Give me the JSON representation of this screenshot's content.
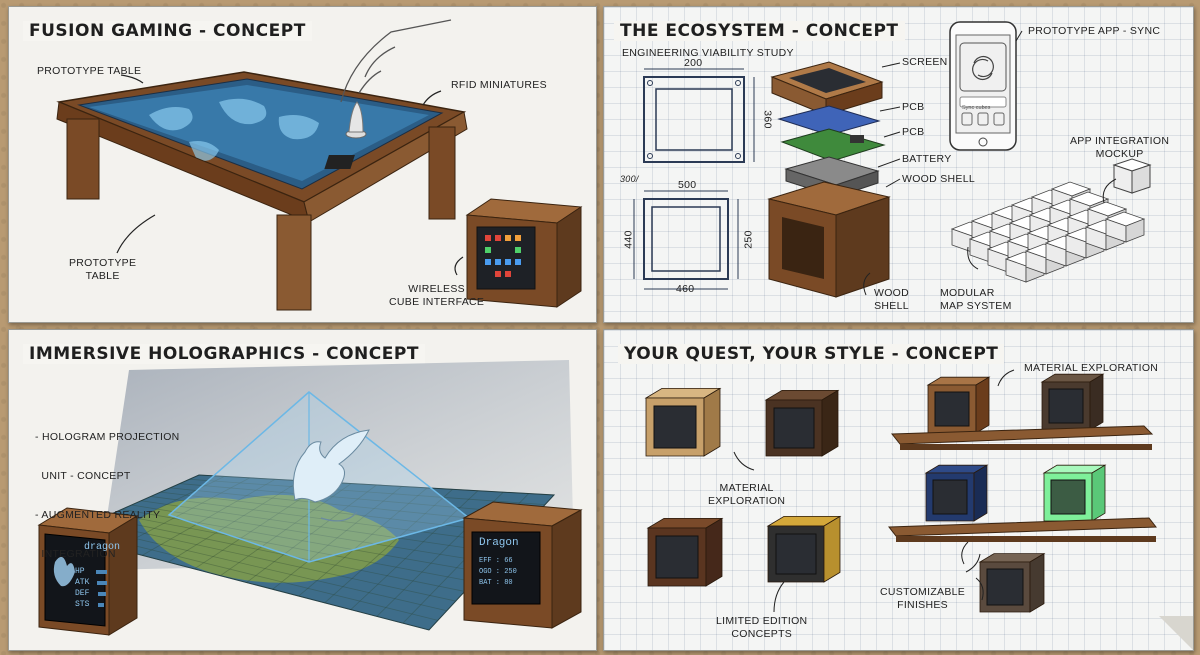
{
  "colors": {
    "wood": "#8a5a32",
    "wood_dark": "#5e3a1e",
    "screen": "#2a2d33",
    "hologram": "#a9d9f5",
    "map_green": "#7e9a4c",
    "glow": "#7ef09a"
  },
  "panels": {
    "fusion": {
      "title": "FUSION GAMING - CONCEPT",
      "label_prototype_table_top": "PROTOTYPE TABLE",
      "label_rfid": "RFID MINIATURES",
      "label_prototype_table_bottom_1": "PROTOTYPE",
      "label_prototype_table_bottom_2": "TABLE",
      "label_wireless_1": "WIRELESS",
      "label_wireless_2": "CUBE INTERFACE"
    },
    "ecosystem": {
      "title": "THE ECOSYSTEM - CONCEPT",
      "subtitle": "ENGINEERING VIABILITY STUDY",
      "dims": {
        "top_width": "200",
        "top_height": "360",
        "note": "300/",
        "mid_width": "500",
        "left_height": "440",
        "right_height": "250",
        "bottom_width": "460"
      },
      "layers": [
        "SCREEN",
        "PCB",
        "PCB",
        "BATTERY",
        "WOOD SHELL"
      ],
      "label_wood_shell_1": "WOOD",
      "label_wood_shell_2": "SHELL",
      "label_app_sync": "PROTOTYPE APP - SYNC",
      "app_button_text": "Sync cubes",
      "label_app_integration_1": "APP INTEGRATION",
      "label_app_integration_2": "MOCKUP",
      "label_modular_1": "MODULAR",
      "label_modular_2": "MAP SYSTEM"
    },
    "holographics": {
      "title": "IMMERSIVE HOLOGRAPHICS - CONCEPT",
      "bullets": [
        "- HOLOGRAM PROJECTION",
        "  UNIT - CONCEPT",
        "- AUGMENTED REALITY",
        "  INTEGRATION"
      ],
      "left_cube": {
        "name": "dragon",
        "stats": [
          "HP",
          "ATK",
          "DEF",
          "STS"
        ],
        "fills": [
          0.85,
          0.7,
          0.55,
          0.4
        ]
      },
      "right_cube": {
        "name": "Dragon",
        "lines": [
          "EFF : 66",
          "OGO : 250",
          "BAT : 80"
        ]
      }
    },
    "quest": {
      "title": "YOUR QUEST, YOUR STYLE - CONCEPT",
      "label_material_top": "MATERIAL EXPLORATION",
      "label_material_mid_1": "MATERIAL",
      "label_material_mid_2": "EXPLORATION",
      "label_limited_1": "LIMITED EDITION",
      "label_limited_2": "CONCEPTS",
      "label_custom_1": "CUSTOMIZABLE",
      "label_custom_2": "FINISHES"
    }
  }
}
